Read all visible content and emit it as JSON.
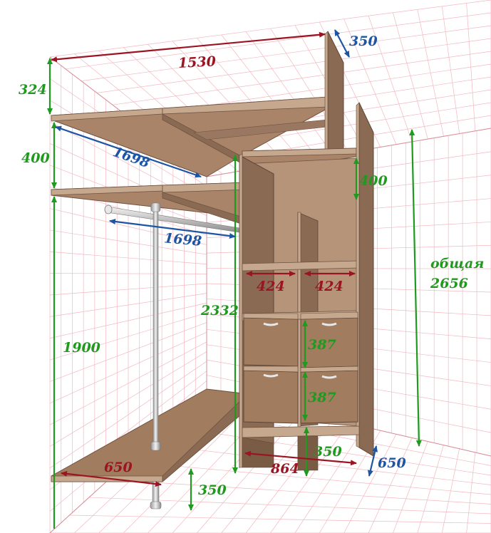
{
  "colors": {
    "green": "#1f9a1f",
    "red": "#9b1422",
    "blue": "#1c55a3",
    "wood": "#a17c5f",
    "wood_dark": "#7a5c45",
    "wood_edge": "#c6a88e",
    "grid": "#f2b8c0"
  },
  "dimensions": {
    "d1530": "1530",
    "d350_top": "350",
    "d324": "324",
    "d400_left": "400",
    "d1698_top": "1698",
    "d1698_rod": "1698",
    "d400_right": "400",
    "d424_a": "424",
    "d424_b": "424",
    "d2332": "2332",
    "total_word": "общая",
    "total_value": "2656",
    "d1900": "1900",
    "d387_a": "387",
    "d387_b": "387",
    "d650_bottom": "650",
    "d864": "864",
    "d350_inner": "350",
    "d650_right": "650",
    "d350_leg": "350"
  }
}
